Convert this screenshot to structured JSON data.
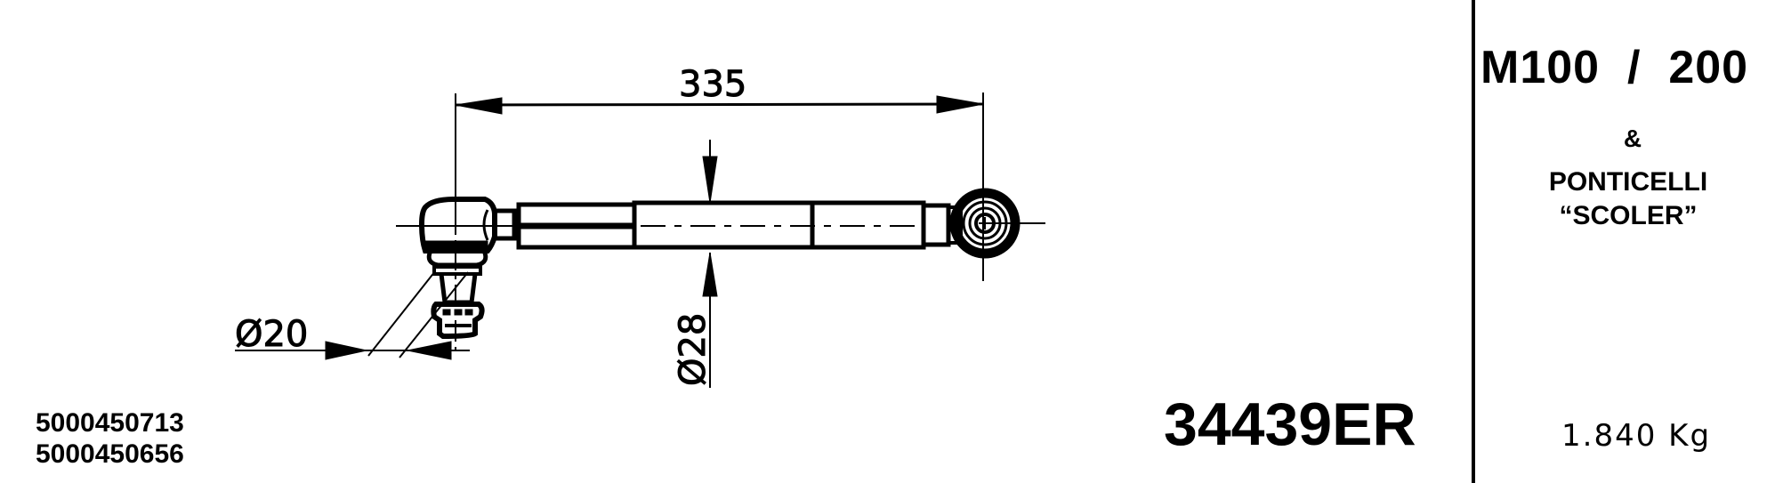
{
  "title_block": {
    "model": "M100  /  200",
    "ampersand": "&",
    "subtitle_line1": "PONTICELLI",
    "subtitle_line2": "“SCOLER”",
    "weight": "1.840 Kg"
  },
  "part_number": "34439ER",
  "reference_numbers": [
    "5000450713",
    "5000450656"
  ],
  "dimensions": {
    "length": "335",
    "rod_diameter": "Ø28",
    "ball_stud_diameter": "Ø20"
  },
  "drawing": {
    "subject": "tie-rod-assembly",
    "line_color": "#000000",
    "background": "#ffffff"
  }
}
